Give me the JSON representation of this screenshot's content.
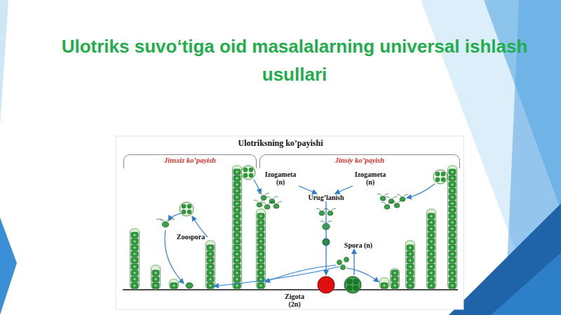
{
  "diagram": {
    "title": "Ulotriks suvo‘tiga oid masalalarning universal ishlash usullari",
    "nodes": [
      {
        "text": [
          "Jinssiz ko’payish"
        ]
      },
      {
        "text": [
          "Jinsiy ko’payish"
        ]
      },
      {
        "text": [
          "Izogameta (n)"
        ]
      },
      {
        "text": [
          "Izogameta (n)"
        ]
      },
      {
        "text": [
          "Urug’lanish"
        ]
      },
      {
        "text": [
          "Zoospora"
        ]
      },
      {
        "text": [
          "Spora (n)"
        ]
      },
      {
        "text": [
          "Zigota (2n)"
        ]
      }
    ],
    "edges": [
      {
        "from": 2,
        "to": 4,
        "arrow": "to"
      },
      {
        "from": 3,
        "to": 4,
        "arrow": "to"
      },
      {
        "from": 4,
        "to": 7,
        "arrow": "to"
      },
      {
        "from": 7,
        "to": 6,
        "arrow": "to"
      }
    ],
    "labels": [
      "Ulotriksning ko’payishi"
    ]
  }
}
